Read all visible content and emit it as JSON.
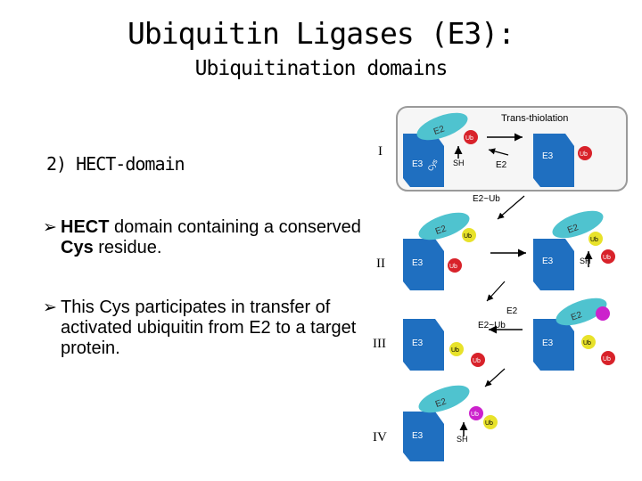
{
  "slide": {
    "title": "Ubiquitin Ligases (E3):",
    "subtitle": "Ubiquitination domains",
    "section": "2) HECT-domain",
    "bullets": [
      {
        "pre": "",
        "bold1": "HECT",
        "mid": " domain containing a conserved ",
        "bold2": "Cys",
        "post": " residue."
      },
      {
        "pre": "This Cys participates in transfer of activated ubiquitin from E2 to a target protein.",
        "bold1": "",
        "mid": "",
        "bold2": "",
        "post": ""
      }
    ]
  },
  "diagram": {
    "steps": [
      "I",
      "II",
      "III",
      "IV"
    ],
    "labels": {
      "trans_thiolation": "Trans-thiolation",
      "e2_ub": "E2~Ub",
      "e2": "E2",
      "e3": "E3",
      "ub": "Ub",
      "sh": "SH",
      "cys": "Cys"
    },
    "colors": {
      "e3_blue": "#1f6fc0",
      "e2_teal": "#4fc3cf",
      "ub_red": "#d8222a",
      "ub_yellow": "#e8e22a",
      "ub_magenta": "#cc22cc",
      "panel_border": "#9a9a9a"
    }
  }
}
